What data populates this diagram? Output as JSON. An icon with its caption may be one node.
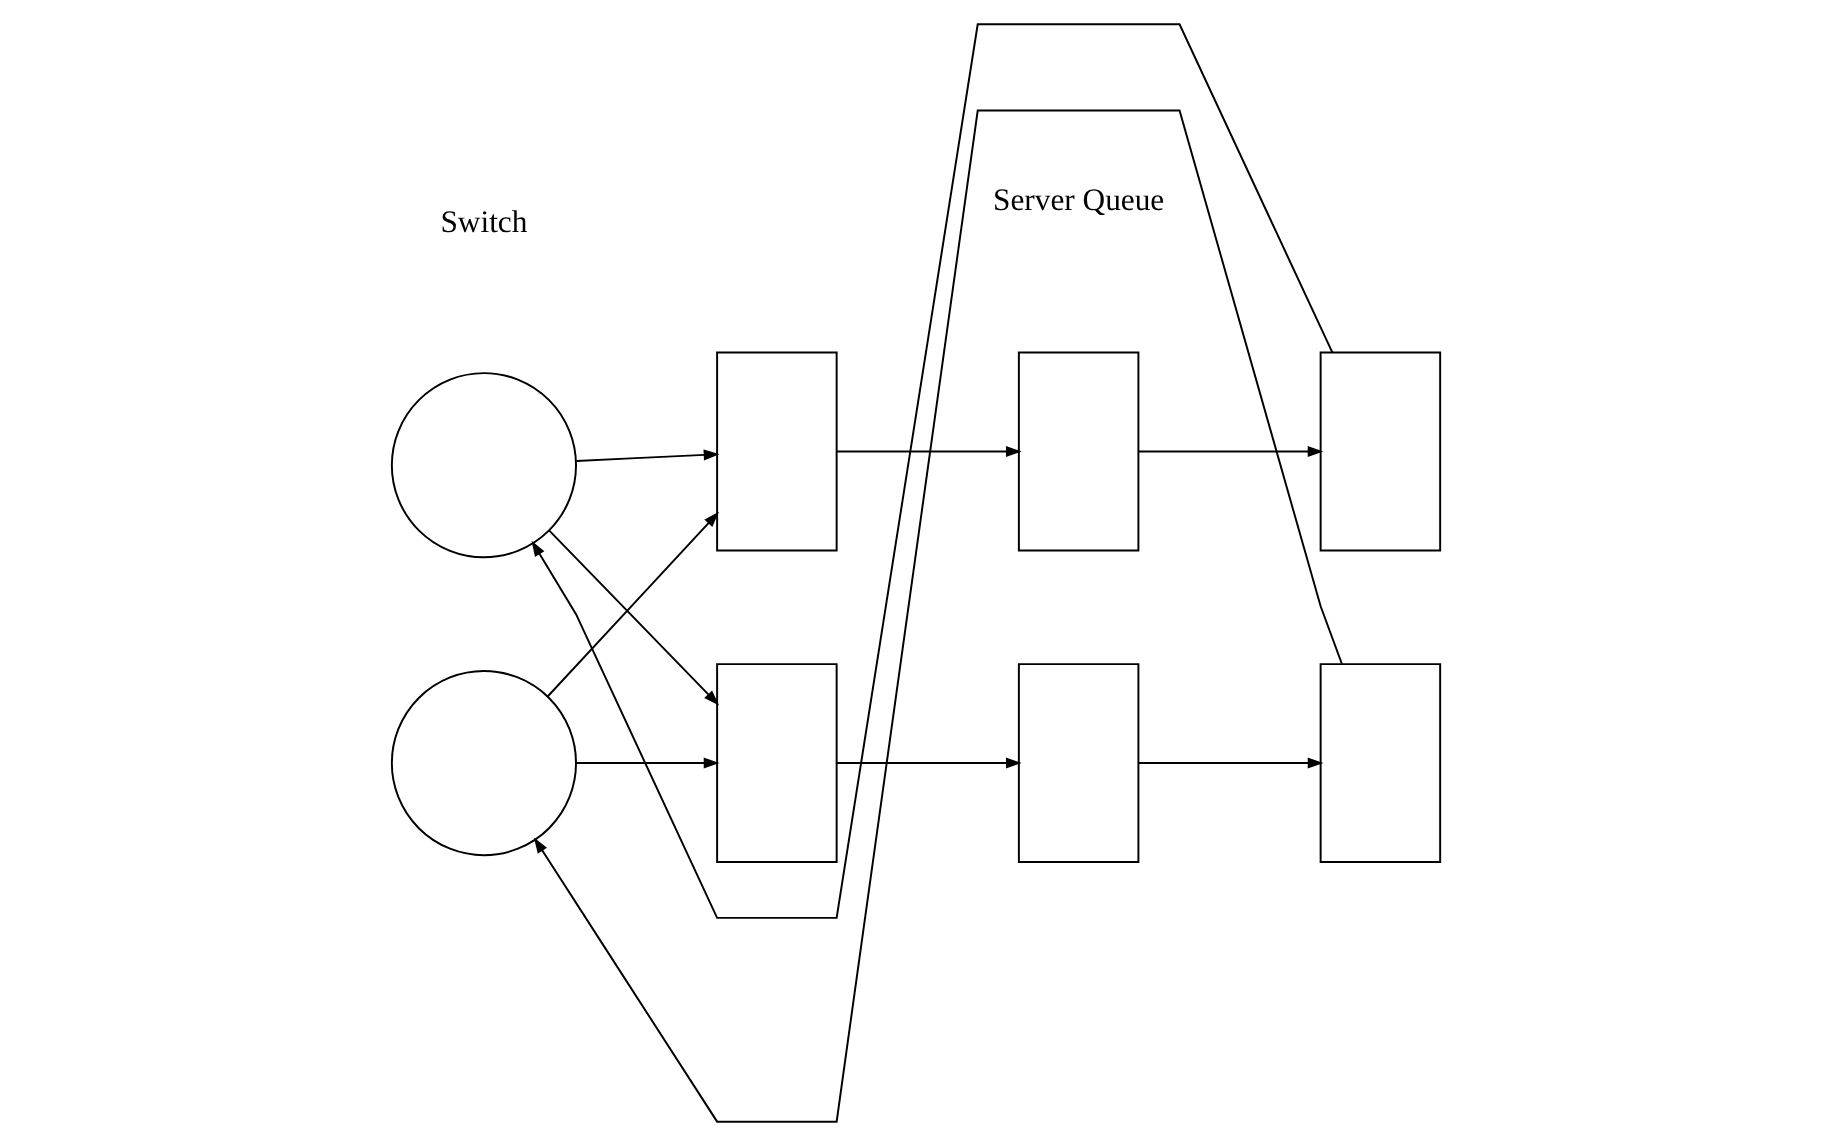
{
  "diagram": {
    "nodes": [
      {
        "text": [],
        "shape": "circle"
      },
      {
        "text": [],
        "shape": "box"
      },
      {
        "text": [],
        "shape": "box"
      },
      {
        "text": [],
        "shape": "box"
      },
      {
        "text": [],
        "shape": "circle"
      },
      {
        "text": [],
        "shape": "box"
      },
      {
        "text": [],
        "shape": "box"
      },
      {
        "text": [],
        "shape": "box"
      }
    ],
    "edges": [
      {
        "from": 0,
        "to": 1,
        "arrow": "to"
      },
      {
        "from": 0,
        "to": 5,
        "arrow": "to"
      },
      {
        "from": 4,
        "to": 1,
        "arrow": "to"
      },
      {
        "from": 4,
        "to": 5,
        "arrow": "to"
      },
      {
        "from": 1,
        "to": 2,
        "arrow": "to"
      },
      {
        "from": 2,
        "to": 3,
        "arrow": "to"
      },
      {
        "from": 5,
        "to": 6,
        "arrow": "to"
      },
      {
        "from": 6,
        "to": 7,
        "arrow": "to"
      },
      {
        "from": 3,
        "to": 0,
        "arrow": "to"
      },
      {
        "from": 7,
        "to": 4,
        "arrow": "to"
      }
    ],
    "labels": [
      "Switch",
      "Server Queue"
    ]
  }
}
